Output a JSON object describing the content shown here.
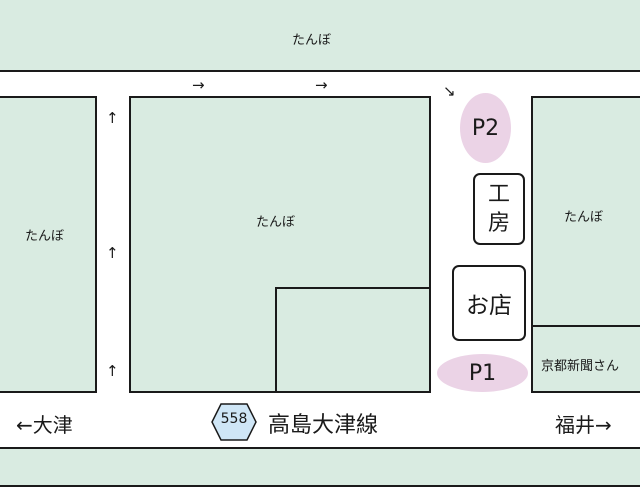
{
  "colors": {
    "field": "#d9ebe1",
    "parking": "#ebd3e6",
    "route_badge": "#cfe6f6",
    "outline": "#1a1a1a"
  },
  "fields": {
    "top": "たんぼ",
    "left": "たんぼ",
    "center": "たんぼ",
    "right": "たんぼ"
  },
  "landmarks": {
    "kyoto_shimbun": "京都新聞さん"
  },
  "parking": {
    "p1": "P1",
    "p2": "P2"
  },
  "buildings": {
    "workshop": [
      "工",
      "房"
    ],
    "shop": "お店"
  },
  "road": {
    "route_number": "558",
    "route_name": "高島大津線",
    "west_label": "←大津",
    "east_label": "福井→"
  },
  "arrows": {
    "right": "→",
    "up": "↑",
    "down_right": "↘"
  }
}
